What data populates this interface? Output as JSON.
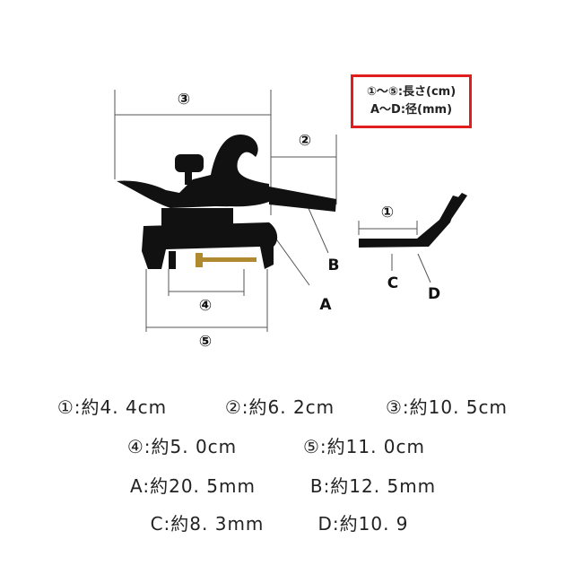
{
  "legend": {
    "line1": "①〜⑤:長さ(cm)",
    "line2": "A〜D:径(mm)",
    "border_color": "#e01e1e"
  },
  "labels": {
    "d1": "①",
    "d2": "②",
    "d3": "③",
    "d4": "④",
    "d5": "⑤",
    "A": "A",
    "B": "B",
    "C": "C",
    "D": "D"
  },
  "specs": {
    "row1": [
      "①:約4. 4cm",
      "②:約6. 2cm",
      "③:約10. 5cm"
    ],
    "row2": [
      "④:約5. 0cm",
      "⑤:約11. 0cm"
    ],
    "row3": [
      "A:約20. 5mm",
      "B:約12. 5mm"
    ],
    "row4": [
      "C:約8. 3mm",
      "D:約10. 9"
    ]
  }
}
